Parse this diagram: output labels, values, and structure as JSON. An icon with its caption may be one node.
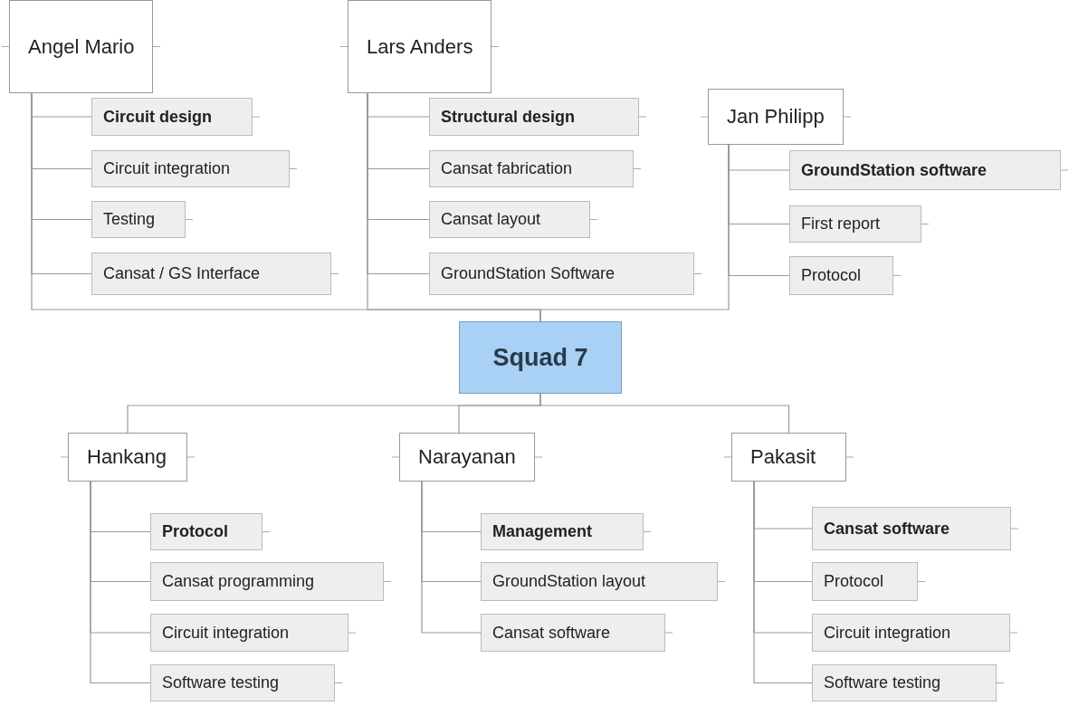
{
  "diagram": {
    "nodes": [
      {
        "text": [
          "Angel Mario"
        ]
      },
      {
        "text": [
          "Circuit design"
        ]
      },
      {
        "text": [
          "Circuit integration"
        ]
      },
      {
        "text": [
          "Testing"
        ]
      },
      {
        "text": [
          "Cansat / GS Interface"
        ]
      },
      {
        "text": [
          "Lars Anders"
        ]
      },
      {
        "text": [
          "Structural design"
        ]
      },
      {
        "text": [
          "Cansat fabrication"
        ]
      },
      {
        "text": [
          "Cansat layout"
        ]
      },
      {
        "text": [
          "GroundStation Software"
        ]
      },
      {
        "text": [
          "Jan Philipp"
        ]
      },
      {
        "text": [
          "GroundStation software"
        ]
      },
      {
        "text": [
          "First report"
        ]
      },
      {
        "text": [
          "Protocol"
        ]
      },
      {
        "text": [
          "Squad 7"
        ]
      },
      {
        "text": [
          "Hankang"
        ]
      },
      {
        "text": [
          "Protocol"
        ]
      },
      {
        "text": [
          "Cansat programming"
        ]
      },
      {
        "text": [
          "Circuit integration"
        ]
      },
      {
        "text": [
          "Software testing"
        ]
      },
      {
        "text": [
          "Narayanan"
        ]
      },
      {
        "text": [
          "Management"
        ]
      },
      {
        "text": [
          "GroundStation layout"
        ]
      },
      {
        "text": [
          "Cansat software"
        ]
      },
      {
        "text": [
          "Pakasit"
        ]
      },
      {
        "text": [
          "Cansat software"
        ]
      },
      {
        "text": [
          "Protocol"
        ]
      },
      {
        "text": [
          "Circuit integration"
        ]
      },
      {
        "text": [
          "Software testing"
        ]
      }
    ],
    "edges": [
      {
        "from": 14,
        "to": 0,
        "arrow": "none"
      },
      {
        "from": 14,
        "to": 5,
        "arrow": "none"
      },
      {
        "from": 14,
        "to": 10,
        "arrow": "none"
      },
      {
        "from": 14,
        "to": 15,
        "arrow": "none"
      },
      {
        "from": 14,
        "to": 20,
        "arrow": "none"
      },
      {
        "from": 14,
        "to": 24,
        "arrow": "none"
      },
      {
        "from": 0,
        "to": 1,
        "arrow": "none"
      },
      {
        "from": 0,
        "to": 2,
        "arrow": "none"
      },
      {
        "from": 0,
        "to": 3,
        "arrow": "none"
      },
      {
        "from": 0,
        "to": 4,
        "arrow": "none"
      },
      {
        "from": 5,
        "to": 6,
        "arrow": "none"
      },
      {
        "from": 5,
        "to": 7,
        "arrow": "none"
      },
      {
        "from": 5,
        "to": 8,
        "arrow": "none"
      },
      {
        "from": 5,
        "to": 9,
        "arrow": "none"
      },
      {
        "from": 10,
        "to": 11,
        "arrow": "none"
      },
      {
        "from": 10,
        "to": 12,
        "arrow": "none"
      },
      {
        "from": 10,
        "to": 13,
        "arrow": "none"
      },
      {
        "from": 15,
        "to": 16,
        "arrow": "none"
      },
      {
        "from": 15,
        "to": 17,
        "arrow": "none"
      },
      {
        "from": 15,
        "to": 18,
        "arrow": "none"
      },
      {
        "from": 15,
        "to": 19,
        "arrow": "none"
      },
      {
        "from": 20,
        "to": 21,
        "arrow": "none"
      },
      {
        "from": 20,
        "to": 22,
        "arrow": "none"
      },
      {
        "from": 20,
        "to": 23,
        "arrow": "none"
      },
      {
        "from": 24,
        "to": 25,
        "arrow": "none"
      },
      {
        "from": 24,
        "to": 26,
        "arrow": "none"
      },
      {
        "from": 24,
        "to": 27,
        "arrow": "none"
      },
      {
        "from": 24,
        "to": 28,
        "arrow": "none"
      }
    ]
  }
}
